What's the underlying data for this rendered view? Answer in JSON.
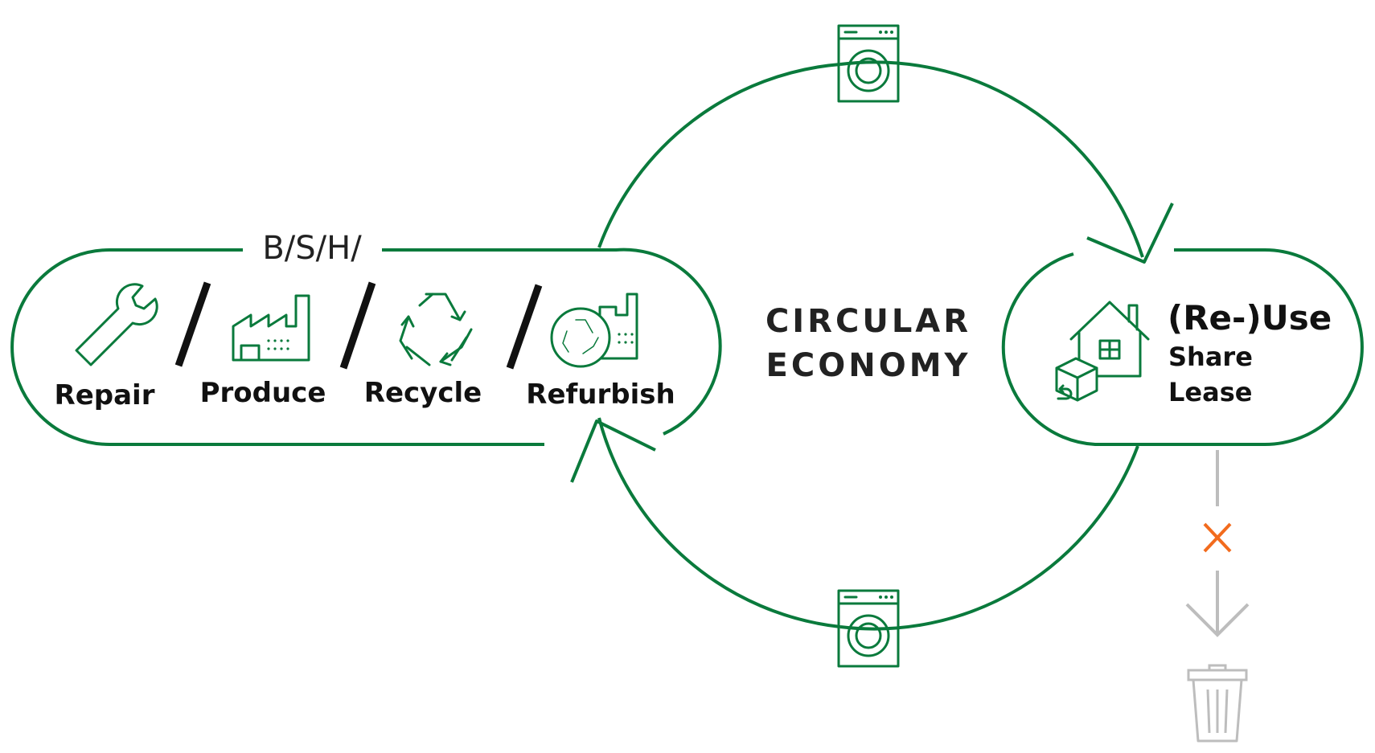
{
  "brand": "B/S/H/",
  "center": {
    "line1": "CIRCULAR",
    "line2": "ECONOMY"
  },
  "steps": [
    {
      "label": "Repair",
      "icon": "wrench-icon"
    },
    {
      "label": "Produce",
      "icon": "factory-icon"
    },
    {
      "label": "Recycle",
      "icon": "recycle-icon"
    },
    {
      "label": "Refurbish",
      "icon": "refurbish-factory-icon"
    }
  ],
  "separator": "/",
  "reuse": {
    "title": "(Re-)Use",
    "line2": "Share",
    "line3": "Lease",
    "icon": "house-with-box-icon"
  },
  "appliance_icon": "washing-machine-icon",
  "landfill": {
    "blocked_icon": "cross-icon",
    "bin_icon": "trash-bin-icon"
  },
  "colors": {
    "primary_green": "#0a7a3c",
    "cross_orange": "#f26b1d",
    "muted_gray": "#bdbdbd",
    "text_dark": "#111111"
  }
}
